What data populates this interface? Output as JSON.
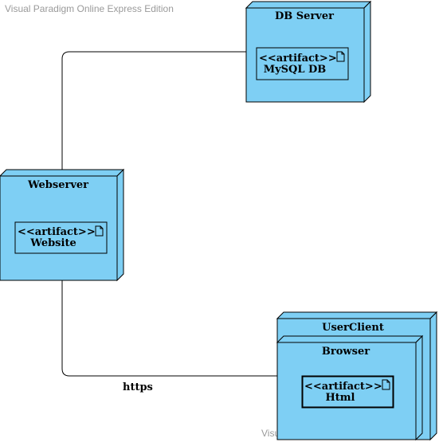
{
  "watermark": "Visual Paradigm Online Express Edition",
  "colors": {
    "node_fill": "#7ecff4",
    "node_stroke": "#000000",
    "artifact_fill": "#7ecff4"
  },
  "nodes": {
    "db_server": {
      "title": "DB Server",
      "artifact": {
        "stereotype": "<<artifact>>",
        "name": "MySQL DB"
      }
    },
    "webserver": {
      "title": "Webserver",
      "artifact": {
        "stereotype": "<<artifact>>",
        "name": "Website"
      }
    },
    "user_client": {
      "title": "UserClient",
      "inner": {
        "title": "Browser",
        "artifact": {
          "stereotype": "<<artifact>>",
          "name": "Html"
        }
      }
    }
  },
  "connections": [
    {
      "from": "webserver",
      "to": "db_server",
      "label": ""
    },
    {
      "from": "webserver",
      "to": "user_client",
      "label": "https"
    }
  ],
  "icons": {
    "artifact": "document-icon"
  }
}
